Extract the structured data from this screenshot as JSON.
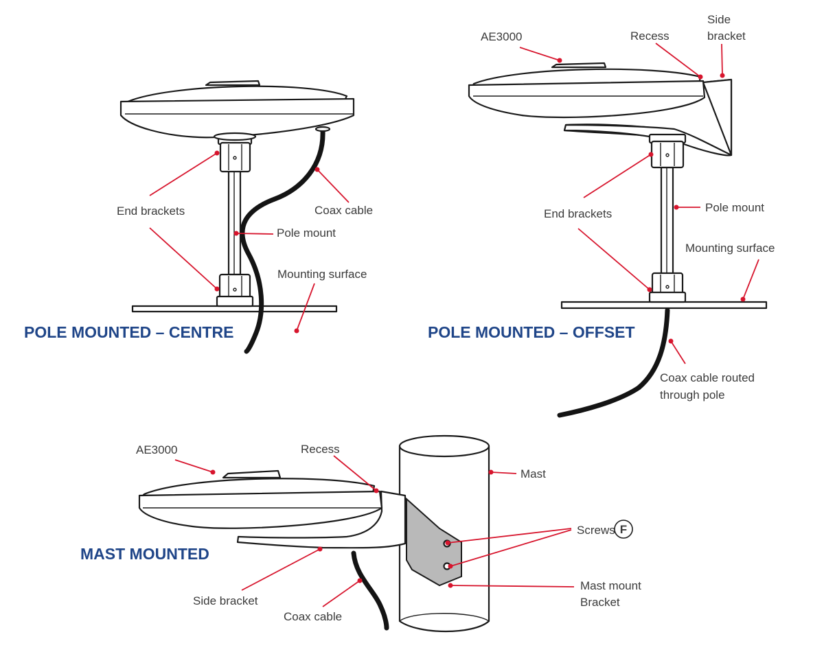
{
  "panels": {
    "centre": {
      "title": "POLE MOUNTED – CENTRE",
      "labels": {
        "end_brackets": "End brackets",
        "coax_cable": "Coax cable",
        "pole_mount": "Pole mount",
        "mounting_surface": "Mounting surface"
      }
    },
    "offset": {
      "title": "POLE MOUNTED – OFFSET",
      "labels": {
        "ae3000": "AE3000",
        "recess": "Recess",
        "side_bracket_1": "Side",
        "side_bracket_2": "bracket",
        "end_brackets": "End brackets",
        "pole_mount": "Pole mount",
        "mounting_surface": "Mounting surface",
        "coax_routed_1": "Coax cable routed",
        "coax_routed_2": "through pole"
      }
    },
    "mast": {
      "title": "MAST MOUNTED",
      "labels": {
        "ae3000": "AE3000",
        "recess": "Recess",
        "mast": "Mast",
        "screws": "Screws",
        "screws_badge": "F",
        "mast_mount_1": "Mast mount",
        "mast_mount_2": "Bracket",
        "side_bracket": "Side bracket",
        "coax_cable": "Coax cable"
      }
    }
  },
  "colors": {
    "leader": "#d7152d",
    "title": "#1f4588",
    "outline": "#1a1a1a",
    "bracket_plate": "#b9b9b9"
  }
}
